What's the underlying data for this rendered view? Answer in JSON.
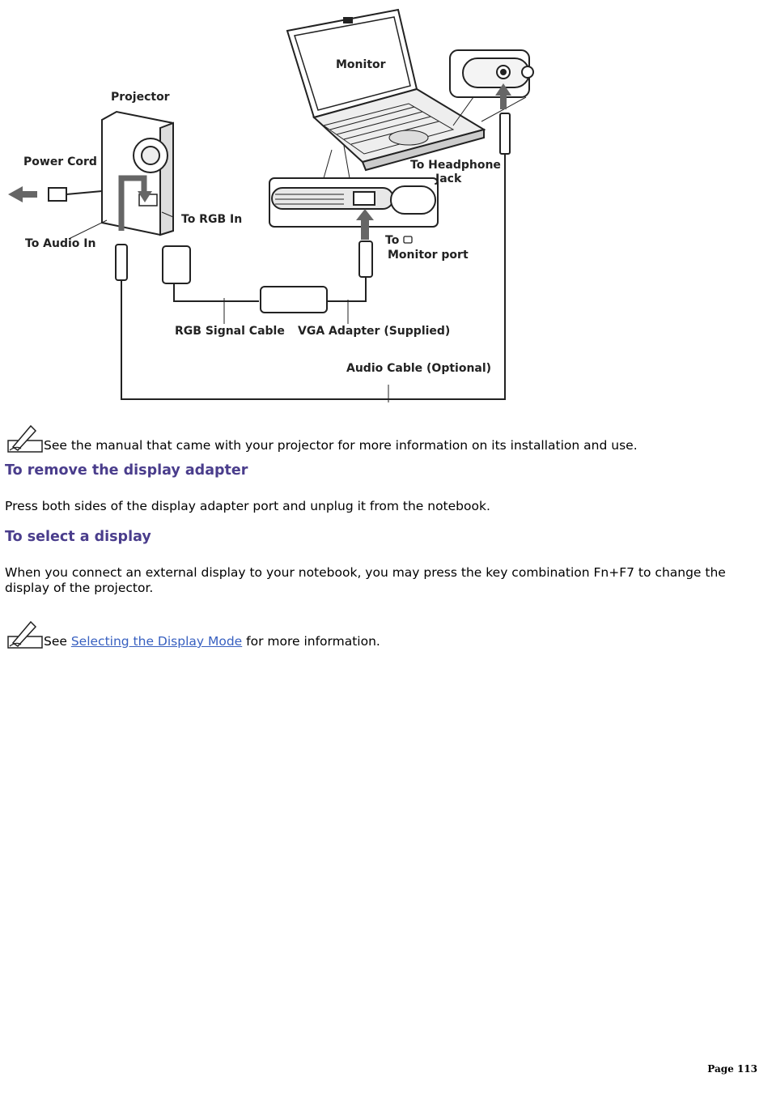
{
  "diagram": {
    "labels": {
      "monitor": "Monitor",
      "projector": "Projector",
      "power_cord": "Power Cord",
      "to_rgb_in": "To RGB In",
      "to_audio_in": "To Audio In",
      "to_headphone": "To Headphone",
      "jack": "Jack",
      "to": "To",
      "monitor_port": "Monitor port",
      "rgb_signal_cable": "RGB Signal Cable",
      "vga_adapter": "VGA Adapter (Supplied)",
      "audio_cable": "Audio Cable (Optional)"
    }
  },
  "note1": {
    "text": "See the manual that came with your projector for more information on its installation and use."
  },
  "section1": {
    "heading": "To remove the display adapter",
    "body": "Press both sides of the display adapter port and unplug it from the notebook."
  },
  "section2": {
    "heading": "To select a display",
    "body": "When you connect an external display to your notebook, you may press the key combination Fn+F7 to change the display of the projector."
  },
  "note2": {
    "prefix": "See ",
    "link": "Selecting the Display Mode",
    "suffix": " for more information."
  },
  "footer": {
    "page": "Page 113"
  }
}
